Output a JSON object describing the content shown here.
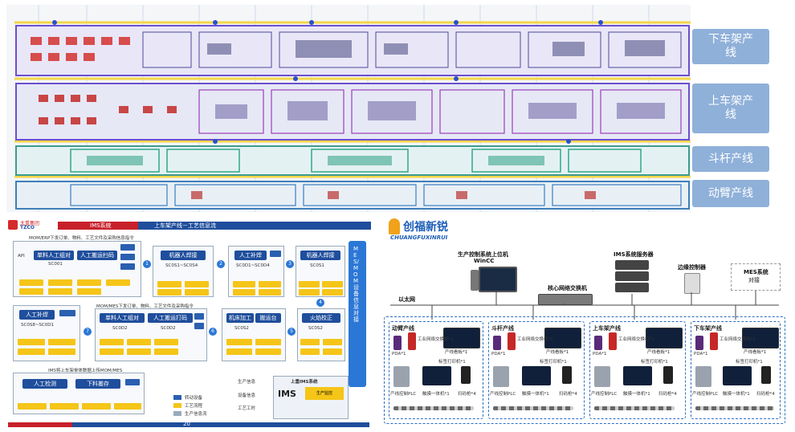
{
  "lanes": [
    {
      "label": "下车架产\n线"
    },
    {
      "label": "上车架产\n线"
    },
    {
      "label": "斗杆产线"
    },
    {
      "label": "动臂产线"
    }
  ],
  "process": {
    "logo_text": "太重集团",
    "logo_sub": "TZCO",
    "breadcrumb_1": "IMS系统",
    "breadcrumb_2": "上车架产线－工艺信息流",
    "top_caption": "MOM/ERP下发订单、物料、工艺文件及采购信息指令",
    "mid_caption": "MOM/MES下发订单、物料、工艺文件及采购指令",
    "bottom_caption": "IMS将上车架单体数据上传MOM/MES",
    "side_label": "MES/MOM设备信息对接",
    "api_label": "API",
    "stations": [
      {
        "title": "单料人工组对",
        "code": "SC001"
      },
      {
        "title": "人工搬运扫码",
        "code": ""
      },
      {
        "title": "机器人焊接",
        "code": "SC0S1~SC0S4"
      },
      {
        "title": "人工补焊",
        "code": "SC0D1~SC0D4"
      },
      {
        "title": "机器人焊接",
        "code": "SC0S1"
      },
      {
        "title": "人工补焊",
        "code": "SC0S8~SC0D1"
      },
      {
        "title": "单料人工组对",
        "code": "SC0D2"
      },
      {
        "title": "人工搬运打码",
        "code": "SC0D2"
      },
      {
        "title": "机床加工",
        "code": "SC0S2"
      },
      {
        "title": "搬运台",
        "code": ""
      },
      {
        "title": "火焰校正",
        "code": "SC0S2"
      },
      {
        "title": "人工检测",
        "code": ""
      },
      {
        "title": "下料搬存",
        "code": ""
      }
    ],
    "legend": [
      {
        "label": "转动设备",
        "color": "#2b5fb0"
      },
      {
        "label": "工艺流程",
        "color": "#f5c518"
      },
      {
        "label": "生产信息流",
        "color": "#9ab"
      }
    ],
    "ims_inputs": [
      "生产信息",
      "设备信息",
      "工艺工时"
    ],
    "ims_title": "上重IMS系统",
    "ims_label": "IMS",
    "page_number": "20",
    "badge_text": "生产监控"
  },
  "network": {
    "brand_cn": "创福新锐",
    "brand_en": "CHUANGFUXINRUI",
    "host_label_1": "生产控制系统上位机",
    "host_label_2": "WinCC",
    "ims_server_label": "IMS系统服务器",
    "edge_label": "边缘控制器",
    "mes_label_1": "MES系统",
    "mes_label_2": "对接",
    "switch_label": "核心网络交换机",
    "ethernet_label": "以太网",
    "groups": [
      {
        "name": "动臂产线"
      },
      {
        "name": "斗杆产线"
      },
      {
        "name": "上车架产线"
      },
      {
        "name": "下车架产线"
      }
    ],
    "device_labels": [
      "工业网络交换机*1",
      "产线看板*1",
      "PDA*1",
      "标签打印机*1",
      "产线控制PLC",
      "触摸一体机*1",
      "扫码枪*4"
    ]
  }
}
